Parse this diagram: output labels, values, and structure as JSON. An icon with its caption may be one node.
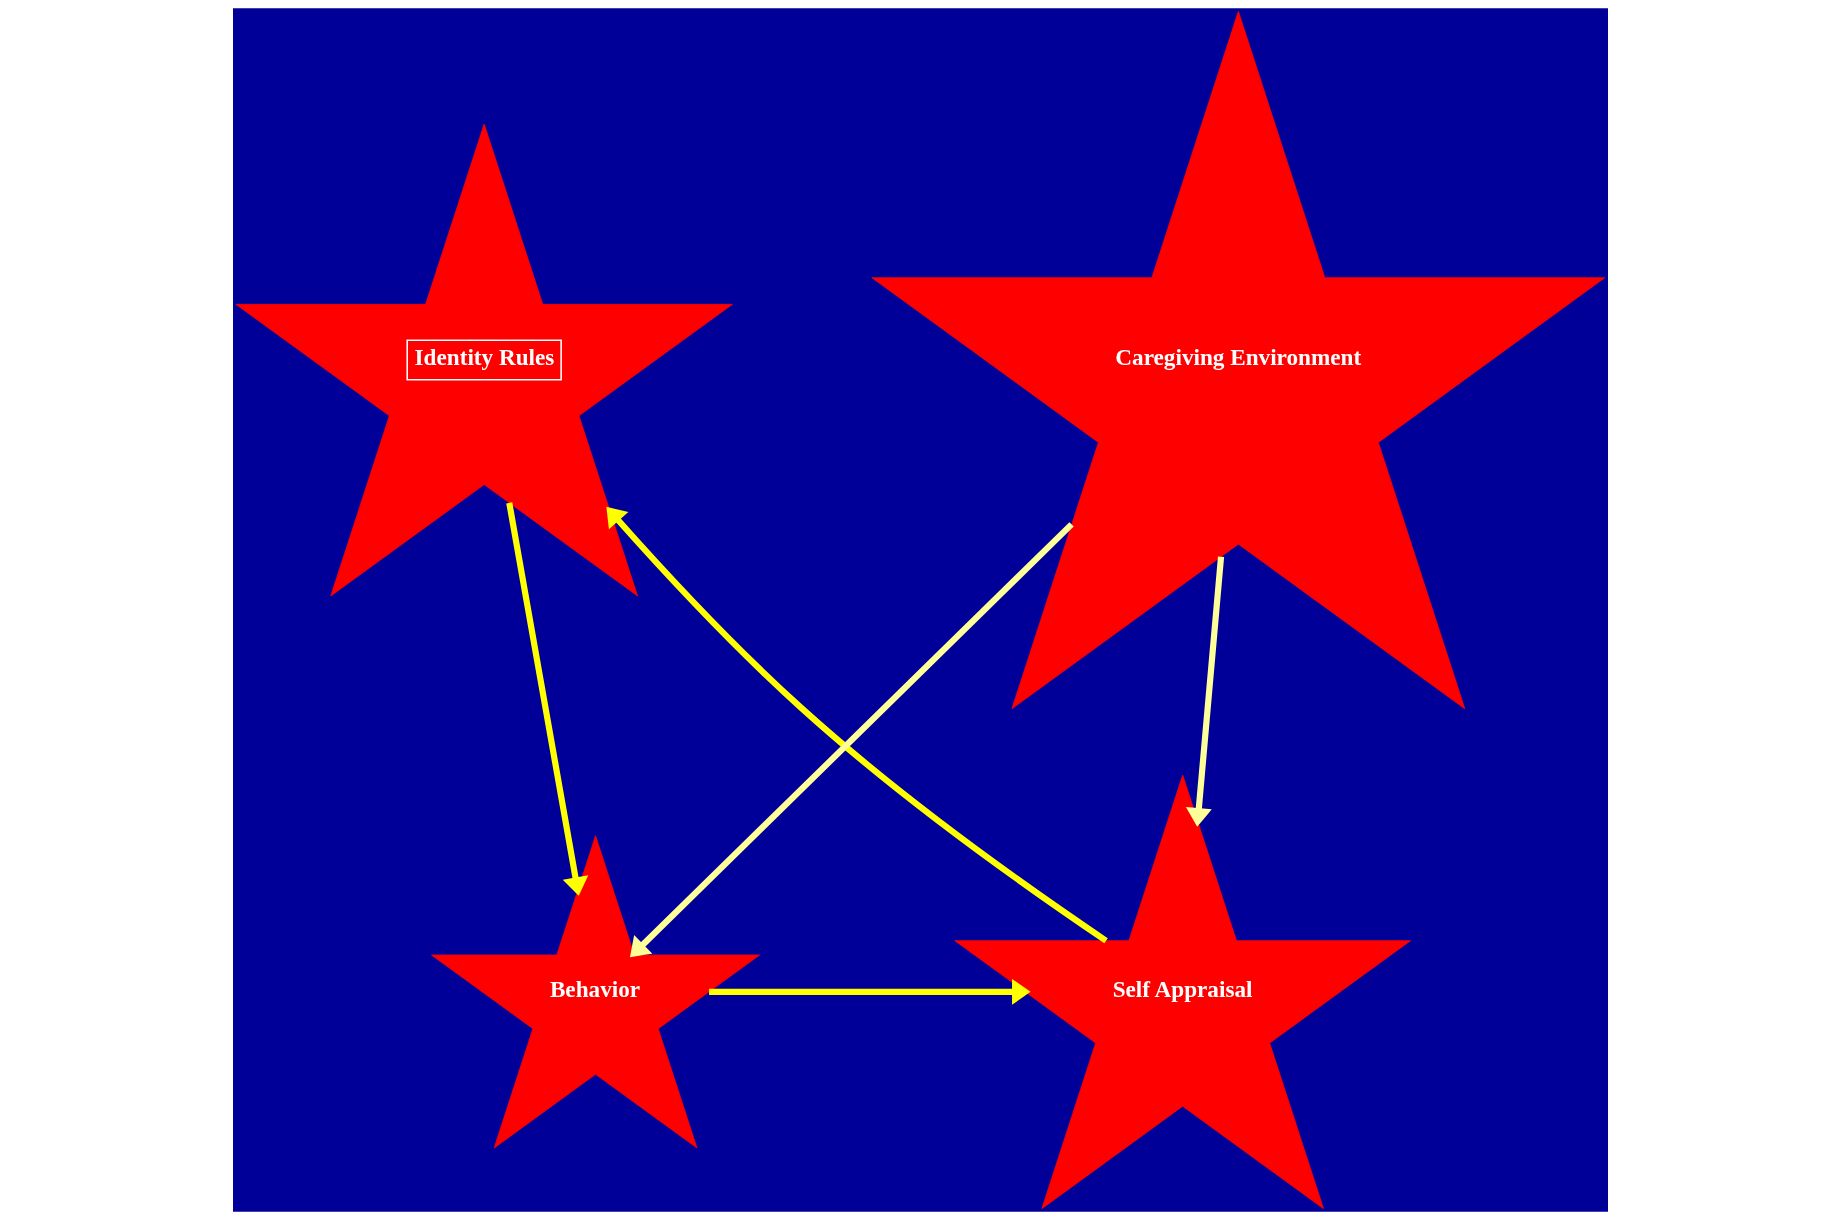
{
  "diagram": {
    "nodes": [
      {
        "text": [
          "Identity Rules"
        ]
      },
      {
        "text": [
          "Self Appraisal"
        ]
      },
      {
        "text": [
          "Behavior"
        ]
      },
      {
        "text": [
          "Caregiving Environment"
        ]
      }
    ],
    "edges": [
      {
        "from": 1,
        "to": 0,
        "arrow": "to"
      },
      {
        "from": 0,
        "to": 2,
        "arrow": "to"
      },
      {
        "from": 2,
        "to": 1,
        "arrow": "to"
      },
      {
        "from": 3,
        "to": 1,
        "arrow": "to",
        "color": "#ffff99"
      },
      {
        "from": 3,
        "to": 2,
        "arrow": "to",
        "color": "#ffff99"
      }
    ]
  }
}
